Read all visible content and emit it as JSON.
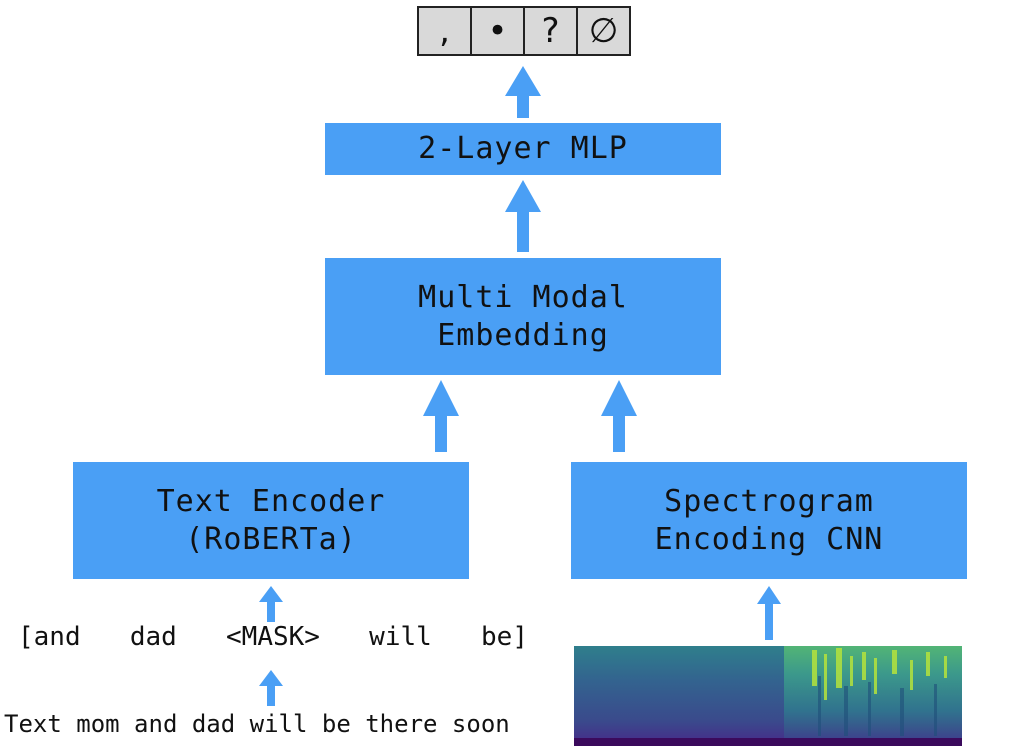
{
  "output": {
    "labels": [
      ",",
      "•",
      "?",
      "∅"
    ]
  },
  "mlp": {
    "label": "2-Layer MLP"
  },
  "multimodal": {
    "line1": "Multi Modal",
    "line2": "Embedding"
  },
  "text_encoder": {
    "line1": "Text Encoder",
    "line2": "(RoBERTa)"
  },
  "spectro_cnn": {
    "line1": "Spectrogram",
    "line2": "Encoding CNN"
  },
  "tokens": [
    "[and",
    "dad",
    "<MASK>",
    "will",
    "be]"
  ],
  "sentence": "Text mom and dad will be there soon",
  "colors": {
    "box": "#4a9ff5",
    "arrow": "#4a9ff5",
    "cell": "#d9d9d9"
  }
}
